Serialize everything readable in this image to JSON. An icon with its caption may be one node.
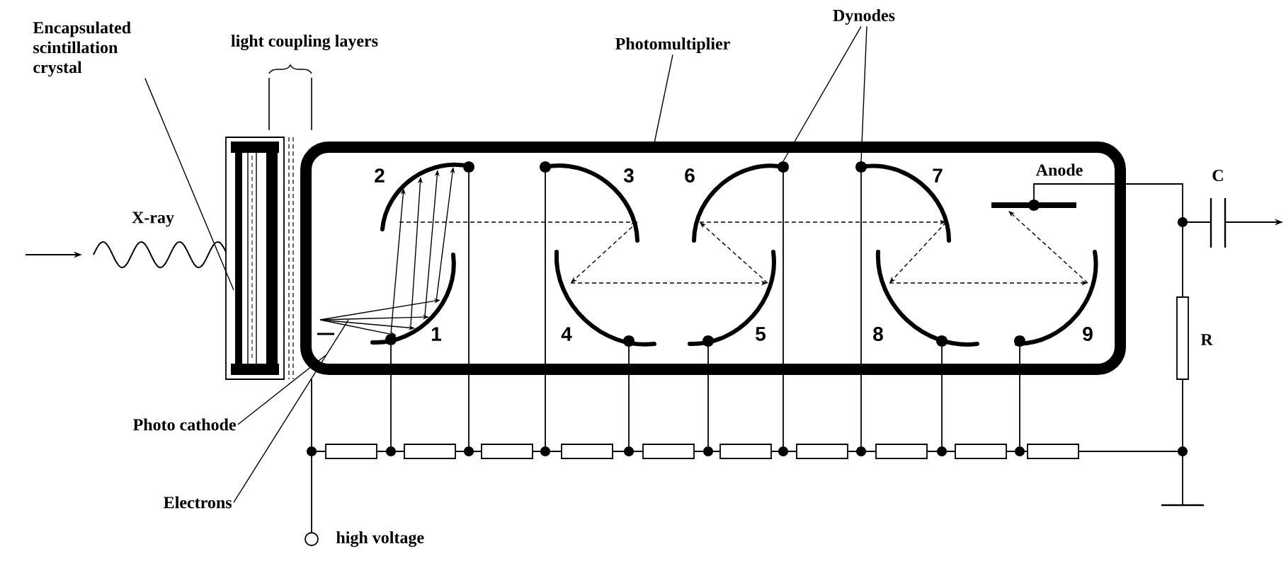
{
  "diagram": {
    "nodes": [
      {
        "text": [
          "Encapsulated scintillation crystal"
        ]
      },
      {
        "text": [],
        "shape": "box"
      },
      {
        "text": [
          "Photomultiplier"
        ]
      },
      {
        "text": [
          "Dynodes"
        ]
      },
      {
        "text": [],
        "shape": "box"
      },
      {
        "text": [
          "1"
        ],
        "in": 4
      },
      {
        "text": [
          "2"
        ],
        "in": 4
      },
      {
        "text": [
          "3"
        ],
        "in": 4
      },
      {
        "text": [
          "4"
        ],
        "in": 4
      },
      {
        "text": [
          "5"
        ],
        "in": 4
      },
      {
        "text": [
          "6"
        ],
        "in": 4
      },
      {
        "text": [
          "7"
        ],
        "in": 4
      },
      {
        "text": [
          "8"
        ],
        "in": 4
      },
      {
        "text": [
          "9"
        ],
        "in": 4
      },
      {
        "text": [],
        "shape": "bar",
        "beside": [
          "Anode"
        ],
        "in": 4
      },
      {
        "text": [
          "Photo cathode"
        ]
      },
      {
        "text": [
          "Electrons"
        ]
      },
      {
        "text": [],
        "shape": "bar",
        "in": 4
      }
    ],
    "edges": [
      {
        "from": 0,
        "to": 1,
        "arrow": "none"
      },
      {
        "from": 2,
        "to": 4,
        "arrow": "none"
      },
      {
        "from": 3,
        "to": 10,
        "arrow": "none"
      },
      {
        "from": 3,
        "to": 11,
        "arrow": "none"
      },
      {
        "from": 15,
        "to": 17,
        "arrow": "none"
      },
      {
        "from": 16,
        "to": null,
        "arrow": "none"
      },
      {
        "from": 17,
        "to": 5,
        "arrow": "to"
      },
      {
        "from": 17,
        "to": 5,
        "arrow": "to"
      },
      {
        "from": 17,
        "to": 5,
        "arrow": "to"
      },
      {
        "from": 17,
        "to": 5,
        "arrow": "to"
      },
      {
        "from": 5,
        "to": 6,
        "arrow": "to"
      },
      {
        "from": 5,
        "to": 6,
        "arrow": "to"
      },
      {
        "from": 5,
        "to": 6,
        "arrow": "to"
      },
      {
        "from": 5,
        "to": 6,
        "arrow": "to"
      },
      {
        "from": 6,
        "to": 7,
        "arrow": "to",
        "style": "dashed"
      },
      {
        "from": 7,
        "to": 8,
        "arrow": "to",
        "style": "dashed"
      },
      {
        "from": 8,
        "to": 9,
        "arrow": "to",
        "style": "dashed"
      },
      {
        "from": 9,
        "to": 10,
        "arrow": "to",
        "style": "dashed"
      },
      {
        "from": 10,
        "to": 11,
        "arrow": "to",
        "style": "dashed"
      },
      {
        "from": 11,
        "to": 12,
        "arrow": "to",
        "style": "dashed"
      },
      {
        "from": 12,
        "to": 13,
        "arrow": "to",
        "style": "dashed"
      },
      {
        "from": 13,
        "to": 14,
        "arrow": "to",
        "style": "dashed"
      }
    ],
    "labels": [
      "light coupling layers",
      "X-ray",
      "C",
      "R",
      "high voltage"
    ]
  }
}
